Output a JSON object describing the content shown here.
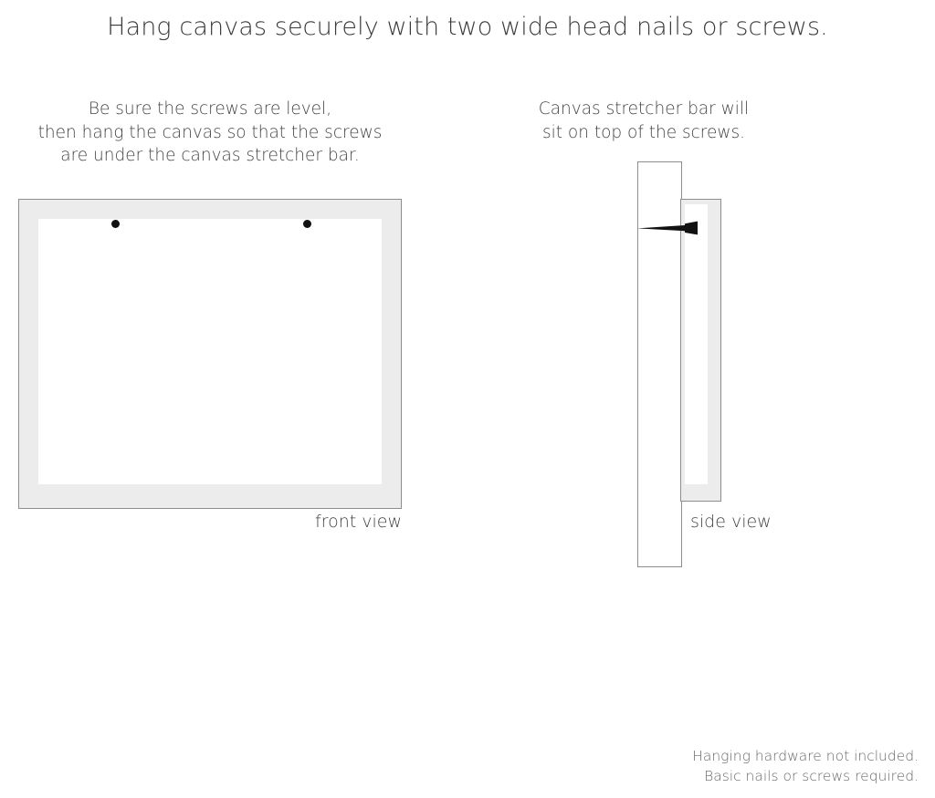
{
  "title": "Hang canvas securely with two wide head nails or screws.",
  "captions": {
    "left": {
      "line1": "Be sure the screws are level,",
      "line2": "then hang the canvas so that the screws",
      "line3": "are under the canvas stretcher bar."
    },
    "right": {
      "line1": "Canvas stretcher bar will",
      "line2": "sit on top of the screws."
    }
  },
  "labels": {
    "front_view": "front view",
    "side_view": "side view"
  },
  "footer": {
    "line1": "Hanging hardware not included.",
    "line2": "Basic nails or screws required."
  },
  "colors": {
    "stretcher_bar_fill": "#ececec",
    "outline": "#8d8d8d",
    "canvas_face": "#ffffff",
    "screw": "#111111",
    "text": "#3b3b3b",
    "footer_text": "#6a6a6a",
    "background": "#ffffff"
  },
  "diagram": {
    "front_view": {
      "screw_count": 2,
      "screw_positions": [
        "left",
        "right"
      ]
    },
    "side_view": {
      "parts": [
        "wall",
        "canvas-stretcher-bar",
        "screw"
      ]
    }
  }
}
